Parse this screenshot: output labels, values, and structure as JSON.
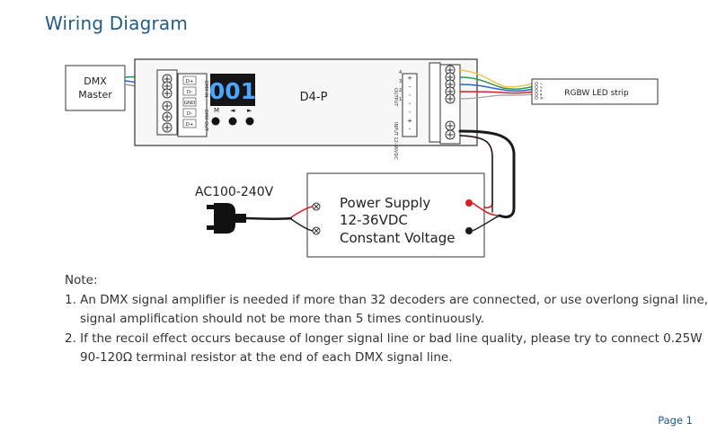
{
  "title": "Wiring Diagram",
  "dmx_master": {
    "line1": "DMX",
    "line2": "Master"
  },
  "decoder": {
    "name": "D4-P",
    "display": "001",
    "buttons": [
      "M",
      "◄",
      "►"
    ],
    "left_terminals": [
      "D+",
      "D-",
      "GND",
      "D-",
      "D+"
    ],
    "left_side_label_top": "DMX IN",
    "left_side_label_bottom": "DMX OUT",
    "output_label": "OUTPUT",
    "output_numbers": [
      "4",
      "3",
      "2",
      "1"
    ],
    "input_label": "INPUT 12-36VDC",
    "right_terminals_top": [
      "+",
      "-",
      "-",
      "-",
      "-"
    ],
    "right_terminals_bottom": [
      "+",
      "-"
    ]
  },
  "led_strip": {
    "label": "RGBW LED strip",
    "pins": [
      "+",
      "G",
      "R",
      "B",
      "W"
    ]
  },
  "power_supply": {
    "line1": "Power Supply",
    "line2": "12-36VDC",
    "line3": "Constant Voltage"
  },
  "ac_label": "AC100-240V",
  "notes": {
    "heading": "Note:",
    "items": [
      "1. An DMX signal amplifier is needed if more than 32 decoders are connected, or use overlong signal line,",
      "signal amplification should not be more than 5 times continuously.",
      "2. If the recoil effect occurs because of longer signal line or bad line quality, please try to connect 0.25W",
      "90-120Ω terminal resistor at the end of each DMX signal line."
    ]
  },
  "page_label": "Page 1",
  "colors": {
    "title": "#1f5b8a",
    "wire_red": "#d42020",
    "wire_green": "#2e9a4a",
    "wire_blue": "#2a64c8",
    "wire_white": "#cccccc",
    "wire_black": "#1a1a1a"
  }
}
